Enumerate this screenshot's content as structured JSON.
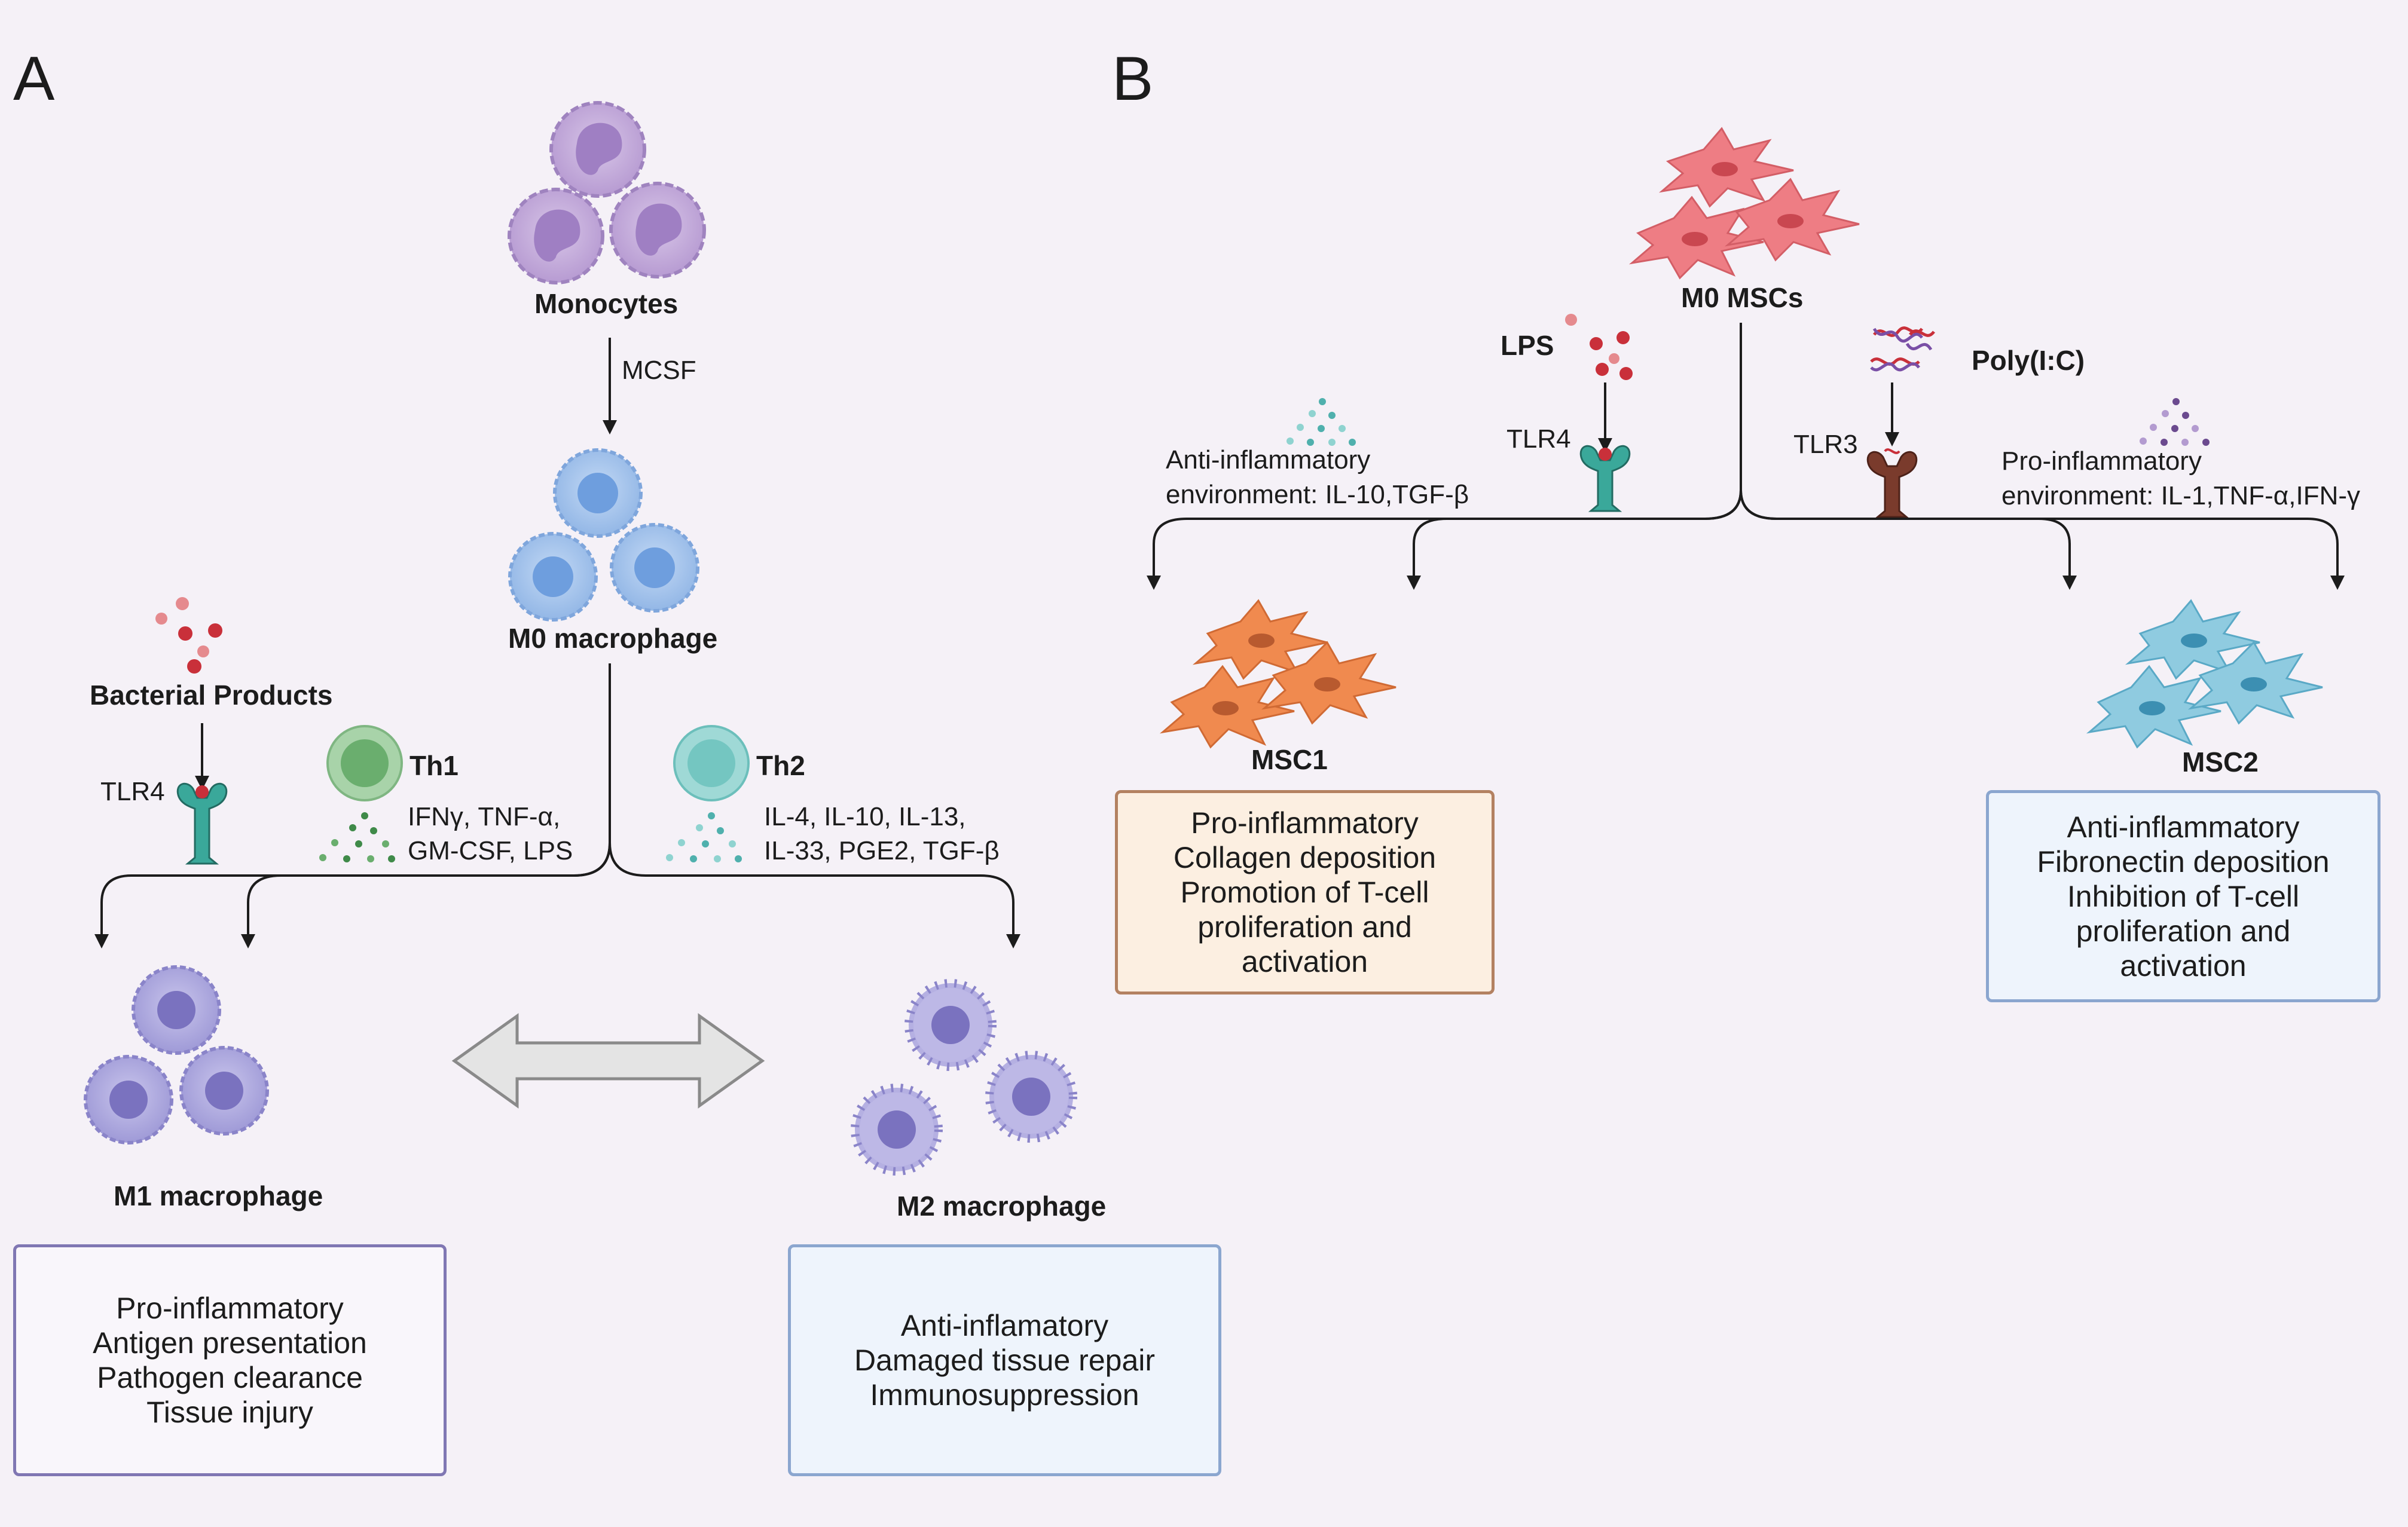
{
  "panel_a": {
    "letter": "A",
    "monocytes": "Monocytes",
    "mcsf": "MCSF",
    "m0_macrophage": "M0 macrophage",
    "bacterial_products": "Bacterial Products",
    "tlr4": "TLR4",
    "th1": {
      "label": "Th1",
      "cytokines_line1": "IFNγ, TNF-α,",
      "cytokines_line2": "GM-CSF, LPS"
    },
    "th2": {
      "label": "Th2",
      "cytokines_line1": "IL-4, IL-10, IL-13,",
      "cytokines_line2": "IL-33, PGE2, TGF-β"
    },
    "m1_macrophage": "M1 macrophage",
    "m2_macrophage": "M2 macrophage",
    "m1_box": {
      "lines": [
        "Pro-inflammatory",
        "Antigen presentation",
        "Pathogen clearance",
        "Tissue injury"
      ]
    },
    "m2_box": {
      "lines": [
        "Anti-inflamatory",
        "Damaged tissue repair",
        "Immunosuppression"
      ]
    }
  },
  "panel_b": {
    "letter": "B",
    "m0_mscs": "M0 MSCs",
    "lps": "LPS",
    "tlr4": "TLR4",
    "poly_ic": "Poly(I:C)",
    "tlr3": "TLR3",
    "anti_env_line1": "Anti-inflammatory",
    "anti_env_line2": "environment: IL-10,TGF-β",
    "pro_env_line1": "Pro-inflammatory",
    "pro_env_line2": "environment: IL-1,TNF-α,IFN-γ",
    "msc1": "MSC1",
    "msc2": "MSC2",
    "msc1_box": {
      "lines": [
        "Pro-inflammatory",
        "Collagen deposition",
        "Promotion of T-cell",
        "proliferation and",
        "activation"
      ]
    },
    "msc2_box": {
      "lines": [
        "Anti-inflammatory",
        "Fibronectin deposition",
        "Inhibition of T-cell",
        "proliferation and",
        "activation"
      ]
    }
  },
  "colors": {
    "monocyte": "#c9b3dd",
    "m0": "#a9c8ee",
    "m1": "#b3afe0",
    "m2": "#b5b0e2",
    "th1": "#a8d3a9",
    "th2": "#9fd9d6",
    "msc_m0": "#ee7d84",
    "msc1": "#f08a4f",
    "msc2": "#8fcbe0",
    "tlr4": "#3aa89a",
    "tlr3": "#7a3b2c",
    "m1_box_border": "#8077b3",
    "m2_box_border": "#8ba6cf",
    "msc1_box_border": "#b38161",
    "msc2_box_border": "#8ba6cf",
    "msc1_box_fill": "#fcefe1",
    "msc2_box_fill": "#eef4fc"
  }
}
